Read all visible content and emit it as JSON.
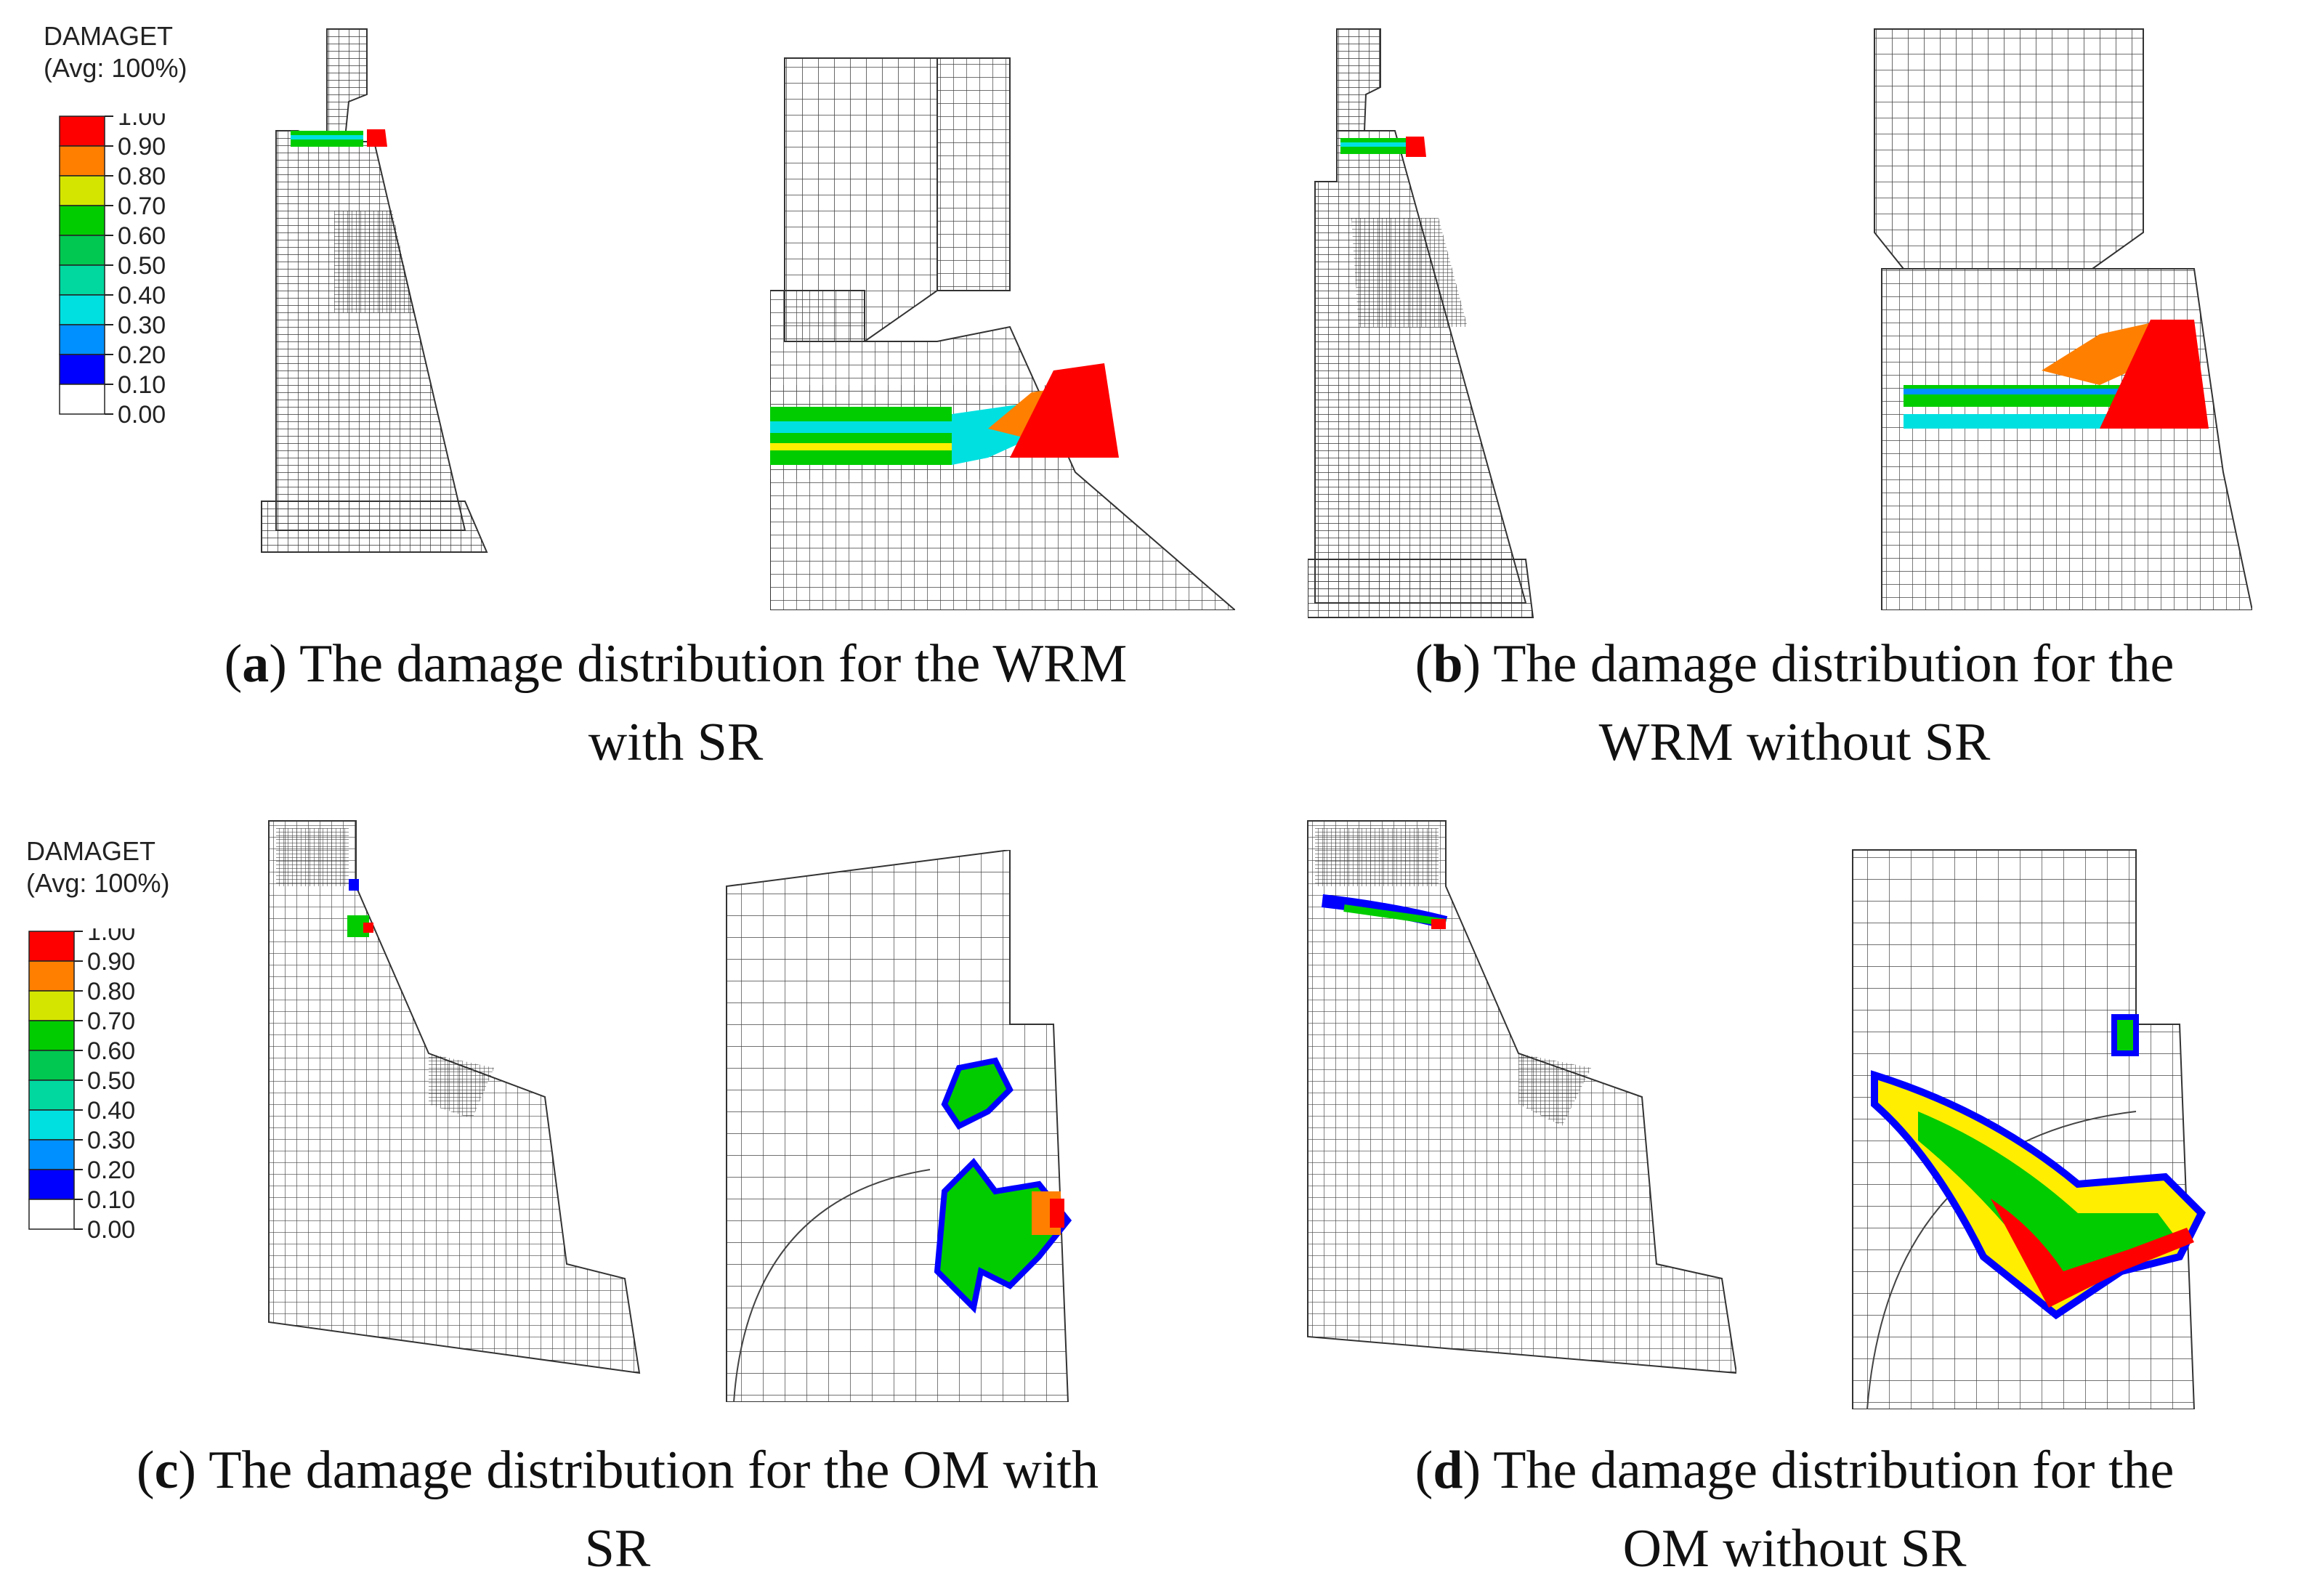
{
  "legend": {
    "title_line1": "DAMAGET",
    "title_line2": "(Avg: 100%)",
    "levels": [
      "1.00",
      "0.90",
      "0.80",
      "0.70",
      "0.60",
      "0.50",
      "0.40",
      "0.30",
      "0.20",
      "0.10",
      "0.00"
    ],
    "colors": [
      "#ff0000",
      "#ff7f00",
      "#d4e600",
      "#00cc00",
      "#00c850",
      "#00d8a0",
      "#00e0e0",
      "#0090ff",
      "#0000ff",
      "#ffffff"
    ]
  },
  "panels": [
    {
      "letter": "a",
      "caption_line1": ") The damage distribution for the WRM",
      "caption_line2": "with SR"
    },
    {
      "letter": "b",
      "caption_line1": ") The damage distribution for the",
      "caption_line2": "WRM without SR"
    },
    {
      "letter": "c",
      "caption_line1": ") The damage distribution for the OM with",
      "caption_line2": "SR"
    },
    {
      "letter": "d",
      "caption_line1": ") The damage distribution for the",
      "caption_line2": "OM without SR"
    }
  ]
}
